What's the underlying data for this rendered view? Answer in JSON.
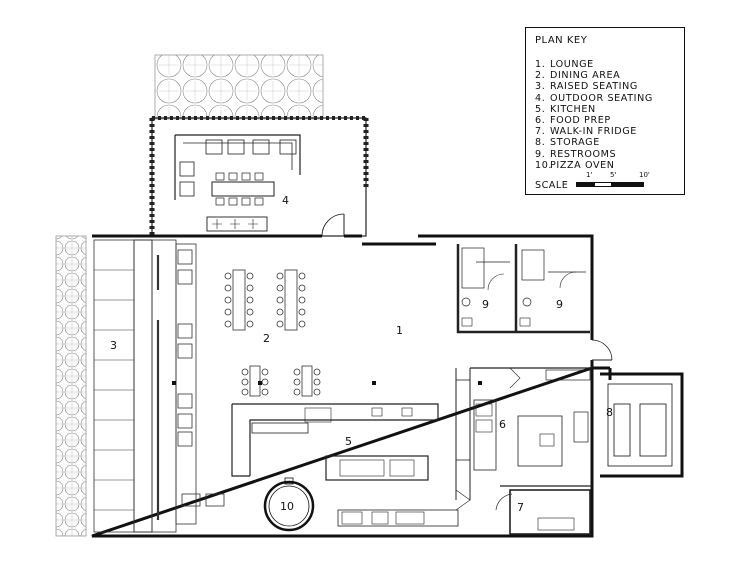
{
  "plan_key": {
    "title": "PLAN KEY",
    "items": [
      {
        "num": "1.",
        "label": "LOUNGE"
      },
      {
        "num": "2.",
        "label": "DINING AREA"
      },
      {
        "num": "3.",
        "label": "RAISED SEATING"
      },
      {
        "num": "4.",
        "label": "OUTDOOR SEATING"
      },
      {
        "num": "5.",
        "label": "KITCHEN"
      },
      {
        "num": "6.",
        "label": "FOOD PREP"
      },
      {
        "num": "7.",
        "label": "WALK-IN FRIDGE"
      },
      {
        "num": "8.",
        "label": "STORAGE"
      },
      {
        "num": "9.",
        "label": "RESTROOMS"
      },
      {
        "num": "10.",
        "label": "PIZZA OVEN"
      }
    ],
    "scale_label": "SCALE",
    "scale_ticks": [
      "1'",
      "5'",
      "10'"
    ]
  },
  "room_labels": {
    "lounge": "1",
    "dining": "2",
    "raised": "3",
    "outdoor": "4",
    "kitchen": "5",
    "prep": "6",
    "fridge": "7",
    "storage": "8",
    "restroom_a": "9",
    "restroom_b": "9",
    "oven": "10"
  }
}
